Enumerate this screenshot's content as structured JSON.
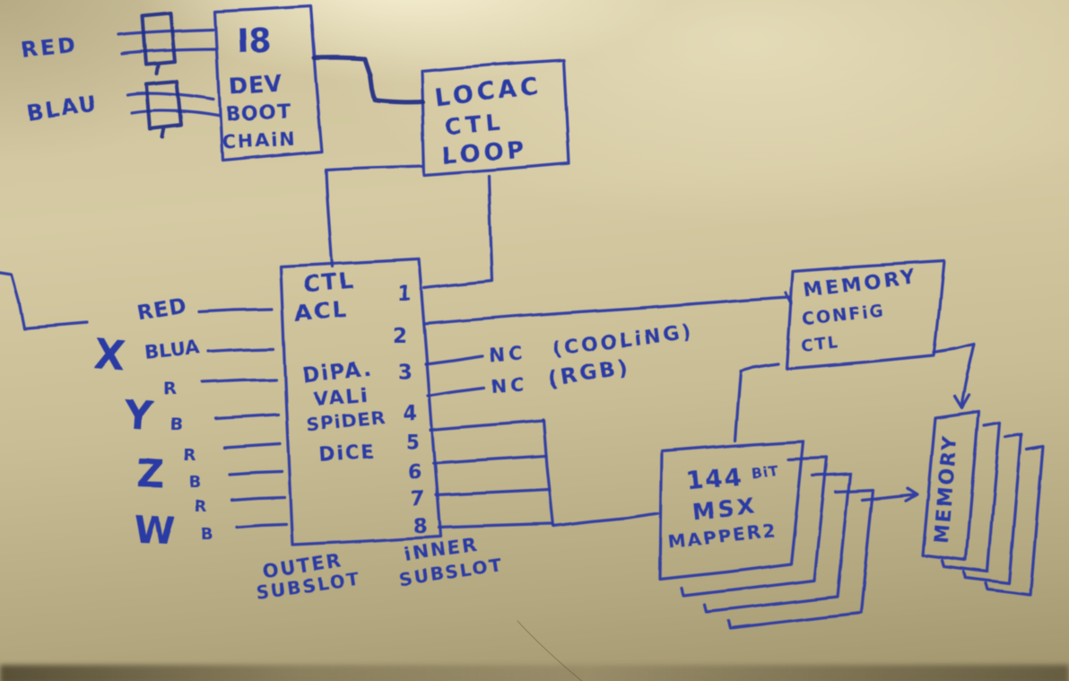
{
  "colors": {
    "ink": "#2c3aa4",
    "ink_dark": "#212e87",
    "board": "#cec39c",
    "board_glare": "#f2ead0",
    "board_shadow": "#a1956e"
  },
  "top_left_inputs": {
    "red": "RED",
    "blau": "BLAU"
  },
  "boot_chain_box": {
    "line1": "I8",
    "line2": "DEV",
    "line3": "BOOT",
    "line4": "CHAiN"
  },
  "local_loop_box": {
    "line1": "LOCAC",
    "line2": "CTL",
    "line3": "LOOP"
  },
  "central_box": {
    "line1": "CTL",
    "line2": "ACL",
    "line3": "DiPA.",
    "line4": "VALi",
    "line5": "SPiDER",
    "line6": "DiCE",
    "pins": [
      "1",
      "2",
      "3",
      "4",
      "5",
      "6",
      "7",
      "8"
    ],
    "outer_label_line1": "OUTER",
    "outer_label_line2": "SUBSLOT",
    "inner_label_line1": "iNNER",
    "inner_label_line2": "SUBSLOT"
  },
  "left_bus": {
    "x": "X",
    "x_top": "RED",
    "x_bot": "BLUA",
    "y": "Y",
    "y_top": "R",
    "y_bot": "B",
    "z": "Z",
    "z_top": "R",
    "z_bot": "B",
    "w": "W",
    "w_top": "R",
    "w_bot": "B"
  },
  "nc_annotations": {
    "cooling_nc": "NC",
    "cooling": "(COOLiNG)",
    "rgb_nc": "NC",
    "rgb": "(RGB)"
  },
  "memory_config_box": {
    "line1": "MEMORY",
    "line2": "CONFiG",
    "line3": "CTL"
  },
  "mapper_stack": {
    "bits": "144",
    "bits_unit": "BiT",
    "line2": "MSX",
    "line3": "MAPPER2"
  },
  "memory_stack": {
    "label": "MEMORY"
  }
}
